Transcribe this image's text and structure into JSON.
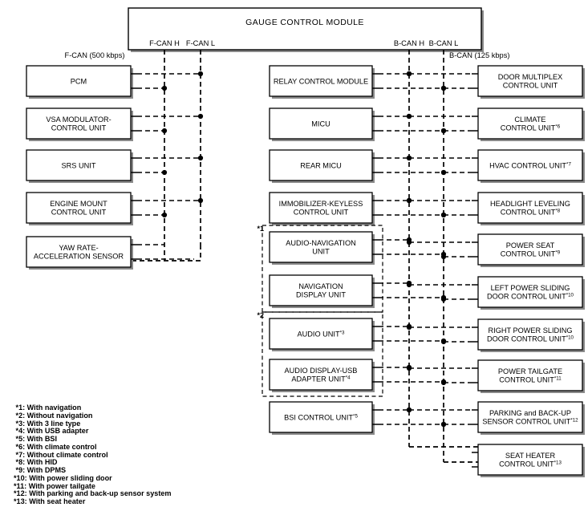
{
  "header": {
    "title": "GAUGE CONTROL MODULE",
    "ports": [
      {
        "name": "f-can-h",
        "label": "F-CAN H"
      },
      {
        "name": "f-can-l",
        "label": "F-CAN L"
      },
      {
        "name": "b-can-h",
        "label": "B-CAN H"
      },
      {
        "name": "b-can-l",
        "label": "B-CAN L"
      }
    ]
  },
  "buses": [
    {
      "name": "f-can",
      "label": "F-CAN (500 kbps)",
      "speed": "500 kbps"
    },
    {
      "name": "b-can",
      "label": "B-CAN (125 kbps)",
      "speed": "125 kbps"
    }
  ],
  "columns": {
    "left": {
      "name": "f-can-units",
      "units": [
        {
          "lines": [
            "PCM"
          ],
          "note": ""
        },
        {
          "lines": [
            "VSA MODULATOR-",
            "CONTROL UNIT"
          ],
          "note": ""
        },
        {
          "lines": [
            "SRS UNIT"
          ],
          "note": ""
        },
        {
          "lines": [
            "ENGINE MOUNT",
            "CONTROL UNIT"
          ],
          "note": ""
        },
        {
          "lines": [
            "YAW RATE-",
            "ACCELERATION SENSOR"
          ],
          "note": ""
        }
      ]
    },
    "middle": {
      "name": "b-can-units-middle",
      "units": [
        {
          "lines": [
            "RELAY CONTROL MODULE"
          ],
          "note": ""
        },
        {
          "lines": [
            "MICU"
          ],
          "note": ""
        },
        {
          "lines": [
            "REAR MICU"
          ],
          "note": ""
        },
        {
          "lines": [
            "IMMOBILIZER-KEYLESS",
            "CONTROL UNIT"
          ],
          "note": ""
        },
        {
          "lines": [
            "AUDIO-NAVIGATION",
            "UNIT"
          ],
          "note": ""
        },
        {
          "lines": [
            "NAVIGATION",
            "DISPLAY UNIT"
          ],
          "note": ""
        },
        {
          "lines": [
            "AUDIO UNIT"
          ],
          "note": "*3"
        },
        {
          "lines": [
            "AUDIO DISPLAY-USB",
            "ADAPTER UNIT"
          ],
          "note": "*4"
        },
        {
          "lines": [
            "BSI CONTROL UNIT"
          ],
          "note": "*5"
        }
      ],
      "groups": [
        {
          "name": "group-with-navigation",
          "label": "*1"
        },
        {
          "name": "group-without-navigation",
          "label": "*2"
        }
      ]
    },
    "right": {
      "name": "b-can-units-right",
      "units": [
        {
          "lines": [
            "DOOR MULTIPLEX",
            "CONTROL UNIT"
          ],
          "note": ""
        },
        {
          "lines": [
            "CLIMATE",
            "CONTROL UNIT"
          ],
          "note": "*6"
        },
        {
          "lines": [
            "HVAC CONTROL UNIT"
          ],
          "note": "*7"
        },
        {
          "lines": [
            "HEADLIGHT LEVELING",
            "CONTROL UNIT"
          ],
          "note": "*8"
        },
        {
          "lines": [
            "POWER SEAT",
            "CONTROL UNIT"
          ],
          "note": "*9"
        },
        {
          "lines": [
            "LEFT POWER SLIDING",
            "DOOR CONTROL UNIT"
          ],
          "note": "*10"
        },
        {
          "lines": [
            "RIGHT POWER SLIDING",
            "DOOR CONTROL UNIT"
          ],
          "note": "*10"
        },
        {
          "lines": [
            "POWER TAILGATE",
            "CONTROL UNIT"
          ],
          "note": "*11"
        },
        {
          "lines": [
            "PARKING and BACK-UP",
            "SENSOR CONTROL UNIT"
          ],
          "note": "*12"
        },
        {
          "lines": [
            "SEAT HEATER",
            "CONTROL UNIT"
          ],
          "note": "*13"
        }
      ]
    }
  },
  "legend": {
    "name": "footnotes",
    "items": [
      " *1: With navigation",
      " *2: Without navigation",
      " *3: With 3 line type",
      " *4: With USB adapter",
      " *5: With BSI",
      " *6: With climate control",
      " *7: Without climate control",
      " *8: With HID",
      " *9: With DPMS",
      "*10: With power sliding door",
      "*11: With power tailgate",
      "*12: With parking and back-up sensor system",
      "*13: With seat heater"
    ]
  }
}
